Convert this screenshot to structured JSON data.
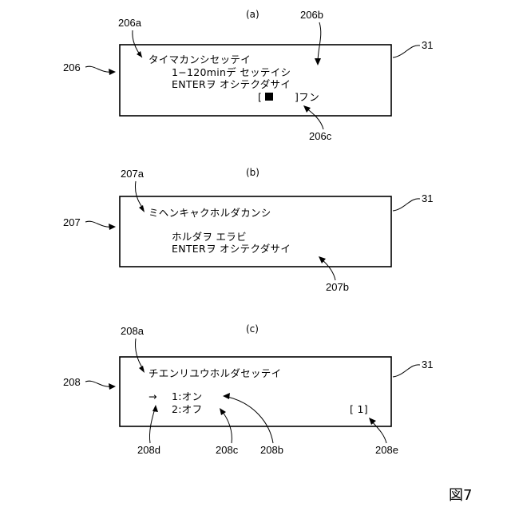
{
  "figure_label": "図7",
  "panels": {
    "a": {
      "caption": "(a)",
      "display_ref": "206",
      "screen_ref": "31",
      "line1": "タイマカンシセッテイ",
      "line2": "1−120minデ セッテイシ",
      "line3": "ENTERヲ オシテクダサイ",
      "line4_open": "[",
      "line4_close": "]フン",
      "ref_title": "206a",
      "ref_range": "206b",
      "ref_input": "206c"
    },
    "b": {
      "caption": "(b)",
      "display_ref": "207",
      "screen_ref": "31",
      "line1": "ミヘンキャクホルダカンシ",
      "line2": "ホルダヲ エラビ",
      "line3": "ENTERヲ オシテクダサイ",
      "ref_title": "207a",
      "ref_prompt": "207b"
    },
    "c": {
      "caption": "(c)",
      "display_ref": "208",
      "screen_ref": "31",
      "line1": "チエンリユウホルダセッテイ",
      "cursor": "→",
      "option1": "1:オン",
      "option2": "2:オフ",
      "counter": "[ 1]",
      "ref_title": "208a",
      "ref_on": "208b",
      "ref_off": "208c",
      "ref_cursor": "208d",
      "ref_counter": "208e"
    }
  }
}
